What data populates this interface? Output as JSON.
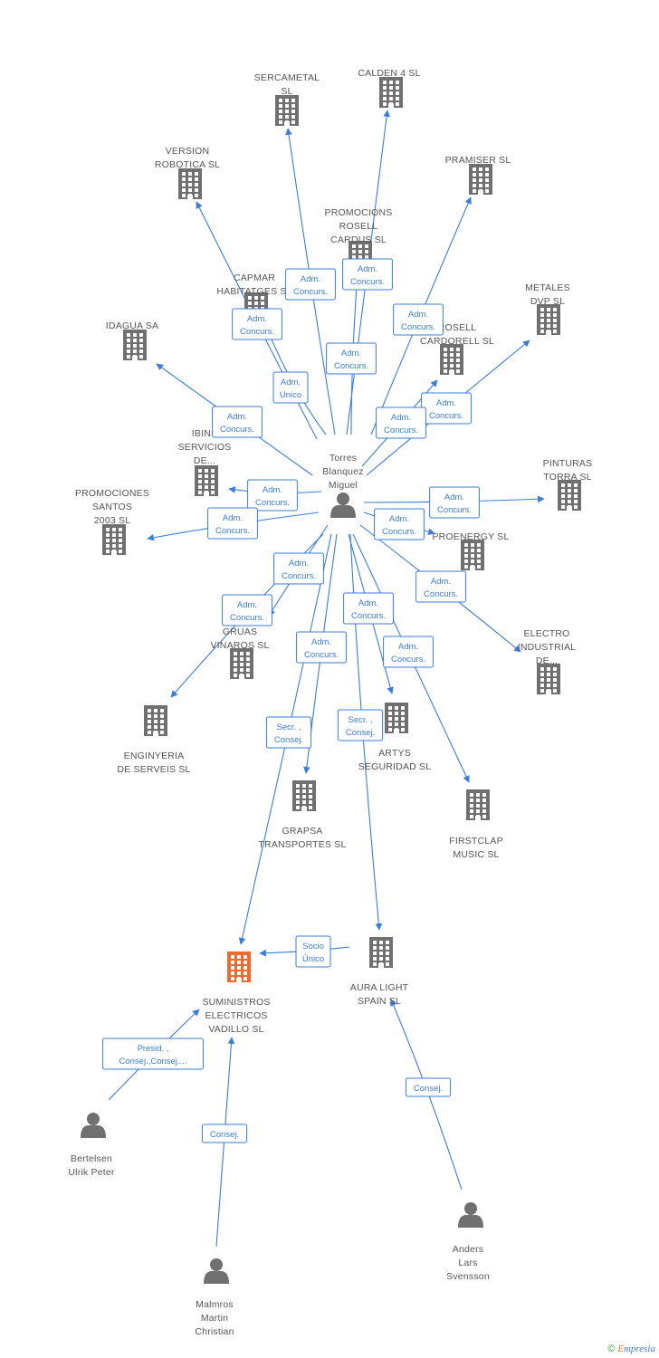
{
  "colors": {
    "edge": "#3b7dd8",
    "company": "#707070",
    "focus_company": "#ee6a2e",
    "person": "#707070",
    "label": "#555555"
  },
  "footer": {
    "copyright": "©",
    "brand_e": "E",
    "brand_rest": "mpresia"
  },
  "nodes": [
    {
      "id": "torres",
      "type": "person",
      "label": [
        "Torres",
        "Blanquez",
        "Miguel"
      ]
    },
    {
      "id": "sercametal",
      "type": "company",
      "label": [
        "SERCAMETAL",
        "SL"
      ]
    },
    {
      "id": "calden",
      "type": "company",
      "label": [
        "CALDEN 4 SL"
      ]
    },
    {
      "id": "pramiser",
      "type": "company",
      "label": [
        "PRAMISER SL"
      ]
    },
    {
      "id": "version",
      "type": "company",
      "label": [
        "VERSION",
        "ROBOTICA SL"
      ]
    },
    {
      "id": "promrosell",
      "type": "company",
      "label": [
        "PROMOCIONS",
        "ROSELL",
        "CARDUS SL"
      ]
    },
    {
      "id": "capmar",
      "type": "company",
      "label": [
        "CAPMAR",
        "HABITATGES SL"
      ]
    },
    {
      "id": "metales",
      "type": "company",
      "label": [
        "METALES",
        "DVP SL"
      ]
    },
    {
      "id": "idagua",
      "type": "company",
      "label": [
        "IDAGUA SA"
      ]
    },
    {
      "id": "rosell2",
      "type": "company",
      "label": [
        "ROSELL",
        "CARDORELL SL"
      ]
    },
    {
      "id": "ibins",
      "type": "company",
      "label": [
        "IBINS",
        "SERVICIOS",
        "DE..."
      ]
    },
    {
      "id": "pinturas",
      "type": "company",
      "label": [
        "PINTURAS",
        "TORRA SL"
      ]
    },
    {
      "id": "promsantos",
      "type": "company",
      "label": [
        "PROMOCIONES",
        "SANTOS",
        "2003 SL"
      ]
    },
    {
      "id": "proenergy",
      "type": "company",
      "label": [
        "PROENERGY SL"
      ]
    },
    {
      "id": "vinaros",
      "type": "company",
      "label": [
        "GRUAS",
        "VINAROS SL"
      ]
    },
    {
      "id": "electro",
      "type": "company",
      "label": [
        "ELECTRO",
        "INDUSTRIAL",
        "DE..."
      ]
    },
    {
      "id": "enginyeria",
      "type": "company",
      "label": [
        "ENGINYERIA",
        "DE SERVEIS SL"
      ]
    },
    {
      "id": "artys",
      "type": "company",
      "label": [
        "ARTYS",
        "SEGURIDAD SL"
      ]
    },
    {
      "id": "grapsa",
      "type": "company",
      "label": [
        "GRAPSA",
        "TRANSPORTES SL"
      ]
    },
    {
      "id": "firstclap",
      "type": "company",
      "label": [
        "FIRSTCLAP",
        "MUSIC SL"
      ]
    },
    {
      "id": "suministros",
      "type": "focus",
      "label": [
        "SUMINISTROS",
        "ELECTRICOS",
        "VADILLO SL"
      ]
    },
    {
      "id": "auralight",
      "type": "company",
      "label": [
        "AURA LIGHT",
        "SPAIN SL"
      ]
    },
    {
      "id": "bertelsen",
      "type": "person",
      "label": [
        "Bertelsen",
        "Ulrik Peter"
      ]
    },
    {
      "id": "malmros",
      "type": "person",
      "label": [
        "Malmros",
        "Martin",
        "Christian"
      ]
    },
    {
      "id": "anders",
      "type": "person",
      "label": [
        "Anders",
        "Lars",
        "Svensson"
      ]
    }
  ],
  "edges": [
    {
      "id": "e-sercametal",
      "label": [
        "Adm.",
        "Concurs."
      ]
    },
    {
      "id": "e-calden",
      "label": [
        "Adm.",
        "Concurs."
      ]
    },
    {
      "id": "e-pramiser",
      "label": [
        "Adm.",
        "Concurs."
      ]
    },
    {
      "id": "e-version",
      "label": [
        "Adm.",
        "Concurs."
      ]
    },
    {
      "id": "e-promrosell",
      "label": [
        "Adm.",
        "Concurs."
      ]
    },
    {
      "id": "e-capmar",
      "label": [
        "Adm.",
        "Unico"
      ]
    },
    {
      "id": "e-metales",
      "label": [
        "Adm.",
        "Concurs."
      ]
    },
    {
      "id": "e-idagua",
      "label": [
        "Adm.",
        "Concurs."
      ]
    },
    {
      "id": "e-rosell2",
      "label": [
        "Adm.",
        "Concurs."
      ]
    },
    {
      "id": "e-ibins",
      "label": [
        "Adm.",
        "Concurs."
      ]
    },
    {
      "id": "e-pinturas",
      "label": [
        "Adm.",
        "Concurs."
      ]
    },
    {
      "id": "e-promsantos",
      "label": [
        "Adm.",
        "Concurs."
      ]
    },
    {
      "id": "e-proenergy",
      "label": [
        "Adm.",
        "Concurs."
      ]
    },
    {
      "id": "e-vinaros",
      "label": [
        "Adm.",
        "Concurs."
      ]
    },
    {
      "id": "e-electro",
      "label": [
        "Adm.",
        "Concurs."
      ]
    },
    {
      "id": "e-enginyeria",
      "label": [
        "Adm.",
        "Concurs."
      ]
    },
    {
      "id": "e-artys",
      "label": [
        "Adm.",
        "Concurs."
      ]
    },
    {
      "id": "e-grapsa",
      "label": [
        "Adm.",
        "Concurs."
      ]
    },
    {
      "id": "e-firstclap",
      "label": [
        "Adm.",
        "Concurs."
      ]
    },
    {
      "id": "e-sum-torres",
      "label": [
        "Secr. ,",
        "Consej."
      ]
    },
    {
      "id": "e-aura-torres",
      "label": [
        "Secr. ,",
        "Consej."
      ]
    },
    {
      "id": "e-aura-sum",
      "label": [
        "Socio",
        "Único"
      ]
    },
    {
      "id": "e-bertelsen",
      "label": [
        "Presid. ,",
        "Consej.,Consej...."
      ]
    },
    {
      "id": "e-malmros",
      "label": [
        "Consej."
      ]
    },
    {
      "id": "e-anders",
      "label": [
        "Consej."
      ]
    }
  ]
}
